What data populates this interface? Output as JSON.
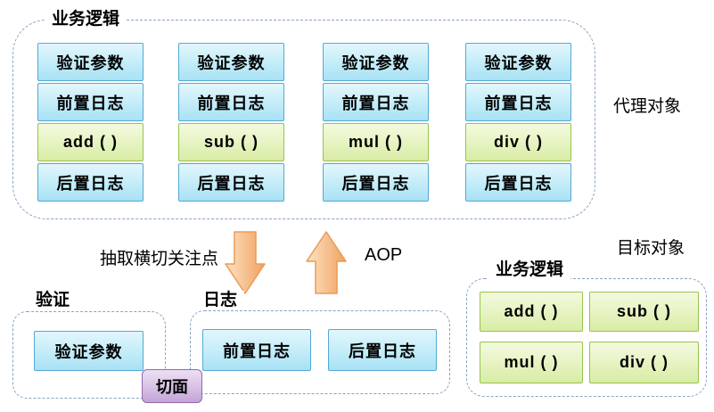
{
  "proxy": {
    "container_label": "业务逻辑",
    "side_label": "代理对象",
    "columns": [
      {
        "rows": [
          "验证参数",
          "前置日志",
          "add ( )",
          "后置日志"
        ]
      },
      {
        "rows": [
          "验证参数",
          "前置日志",
          "sub ( )",
          "后置日志"
        ]
      },
      {
        "rows": [
          "验证参数",
          "前置日志",
          "mul ( )",
          "后置日志"
        ]
      },
      {
        "rows": [
          "验证参数",
          "前置日志",
          "div ( )",
          "后置日志"
        ]
      }
    ]
  },
  "flow": {
    "extract_label": "抽取横切关注点",
    "aop_label": "AOP"
  },
  "aspects": {
    "validation": {
      "label": "验证",
      "items": [
        "验证参数"
      ]
    },
    "logging": {
      "label": "日志",
      "items": [
        "前置日志",
        "后置日志"
      ]
    },
    "badge": "切面"
  },
  "target": {
    "title": "目标对象",
    "container_label": "业务逻辑",
    "methods": [
      "add ( )",
      "sub ( )",
      "mul ( )",
      "div ( )"
    ]
  },
  "colors": {
    "blue_box_border": "#55a8d5",
    "blue_box_top": "#e3f6fd",
    "blue_box_bottom": "#a8e2f4",
    "green_box_border": "#97c44f",
    "green_box_top": "#f3fade",
    "green_box_bottom": "#d8eca4",
    "purple_badge_border": "#8f6bb0",
    "purple_badge_top": "#ecdff4",
    "purple_badge_bottom": "#c3a4d6",
    "arrow_fill_light": "#fde3c4",
    "arrow_fill_dark": "#f0a160",
    "arrow_border": "#e99b56",
    "dashed_border": "#8aa2c6",
    "text": "#000000"
  }
}
